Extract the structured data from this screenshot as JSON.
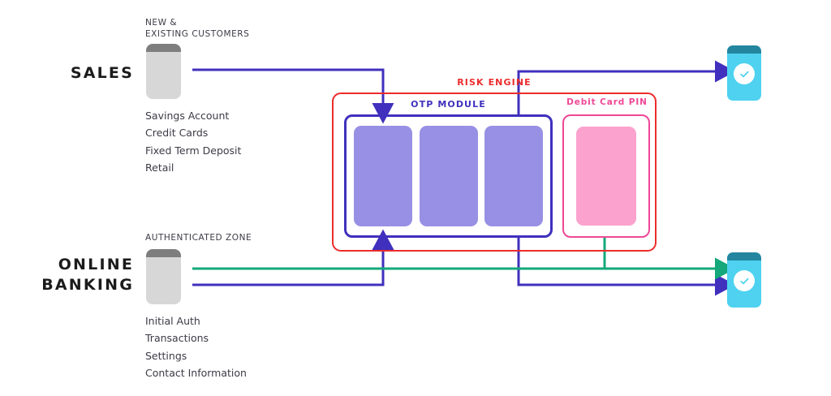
{
  "colors": {
    "purple_wire": "#4030bd",
    "green_wire": "#14a87a",
    "risk_red": "#ec2c2c",
    "otp_blue": "#4030bd",
    "pin_pink": "#ef4796",
    "otp_card_fill": "#9890e4",
    "pin_card_fill": "#fca2ce",
    "phone_grey_body": "#d7d7d7",
    "phone_grey_bar": "#7e7e7e",
    "phone_cyan_body": "#4ed2f0",
    "phone_cyan_bar": "#24859f",
    "text_dark": "#1b1b1b",
    "text_body": "#3b3b46"
  },
  "channels": [
    {
      "id": "sales",
      "label": "SALES",
      "zone_caption": "NEW &\nEXISTING CUSTOMERS",
      "services": [
        "Savings Account",
        "Credit Cards",
        "Fixed Term Deposit",
        "Retail"
      ]
    },
    {
      "id": "online-banking",
      "label": "ONLINE\nBANKING",
      "zone_caption": "AUTHENTICATED ZONE",
      "services": [
        "Initial Auth",
        "Transactions",
        "Settings",
        "Contact Information"
      ]
    }
  ],
  "risk_engine": {
    "title": "RISK ENGINE",
    "modules": [
      {
        "id": "otp-module",
        "title": "OTP MODULE",
        "card_count": 3
      },
      {
        "id": "debit-card-pin",
        "title": "Debit Card PIN",
        "card_count": 1
      }
    ]
  },
  "result_devices": [
    {
      "id": "result-top",
      "icon": "check-circle-icon"
    },
    {
      "id": "result-bottom",
      "icon": "check-circle-icon"
    }
  ],
  "icons": {
    "phone": "mobile-phone-icon",
    "check": "check-circle-icon",
    "arrow": "arrow-head-icon"
  }
}
